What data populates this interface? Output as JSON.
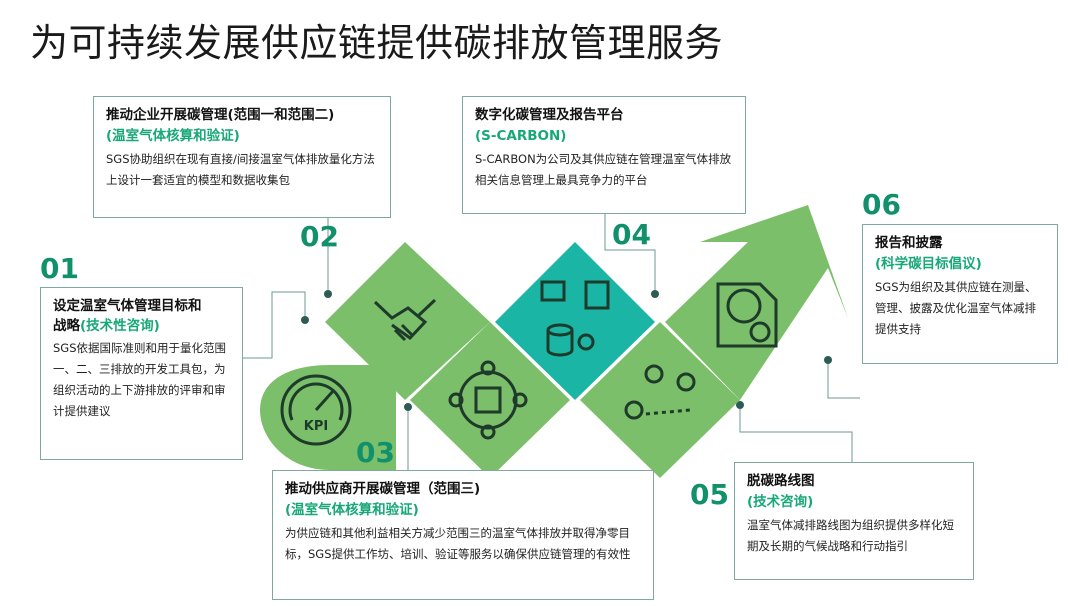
{
  "title": "为可持续发展供应链提供碳排放管理服务",
  "steps": [
    {
      "num": "01",
      "heading_a": "设定温室气体管理目标和",
      "heading_b": "战略",
      "heading_sub": "(技术性咨询)",
      "body": "SGS依据国际准则和用于量化范围一、二、三排放的开发工具包，为组织活动的上下游排放的评审和审计提供建议"
    },
    {
      "num": "02",
      "heading": "推动企业开展碳管理(范围一和范围二)",
      "sub": "(温室气体核算和验证)",
      "body": "SGS协助组织在现有直接/间接温室气体排放量化方法上设计一套适宜的模型和数据收集包"
    },
    {
      "num": "03",
      "heading": "推动供应商开展碳管理（范围三)",
      "sub": "(温室气体核算和验证)",
      "body": "为供应链和其他利益相关方减少范围三的温室气体排放并取得净零目标，SGS提供工作坊、培训、验证等服务以确保供应链管理的有效性"
    },
    {
      "num": "04",
      "heading": "数字化碳管理及报告平台",
      "sub": "(S-CARBON)",
      "body": "S-CARBON为公司及其供应链在管理温室气体排放相关信息管理上最具竞争力的平台"
    },
    {
      "num": "05",
      "heading": "脱碳路线图",
      "sub": "(技术咨询)",
      "body": "温室气体减排路线图为组织提供多样化短期及长期的气候战略和行动指引"
    },
    {
      "num": "06",
      "heading": "报告和披露",
      "sub": "(科学碳目标倡议)",
      "body": "SGS为组织及其供应链在测量、管理、披露及优化温室气体减排提供支持"
    }
  ],
  "icons": [
    "kpi-gauge-icon",
    "handshake-icon",
    "supply-network-icon",
    "database-servers-icon",
    "route-map-icon",
    "report-pie-chart-icon"
  ],
  "kpi_text": "KPI",
  "colors": {
    "green": "#7cbf6a",
    "teal": "#1bb5a5",
    "text_green": "#18a878",
    "num_green": "#10916b",
    "border": "#7fa9a0"
  }
}
